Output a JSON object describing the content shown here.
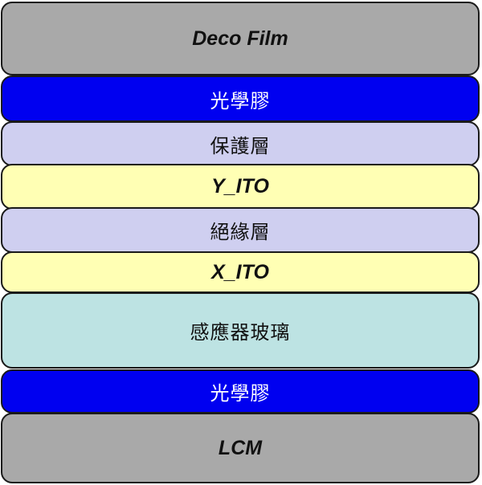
{
  "layers": [
    {
      "label": "Deco Film",
      "color": "#a9a9a9"
    },
    {
      "label": "光學膠",
      "color": "#0000f0"
    },
    {
      "label": "保護層",
      "color": "#cfcff0"
    },
    {
      "label": "Y_ITO",
      "color": "#ffffb4"
    },
    {
      "label": "絕緣層",
      "color": "#cfcff0"
    },
    {
      "label": "X_ITO",
      "color": "#ffffb4"
    },
    {
      "label": "感應器玻璃",
      "color": "#bde3e3"
    },
    {
      "label": "光學膠",
      "color": "#0000f0"
    },
    {
      "label": "LCM",
      "color": "#a9a9a9"
    }
  ]
}
